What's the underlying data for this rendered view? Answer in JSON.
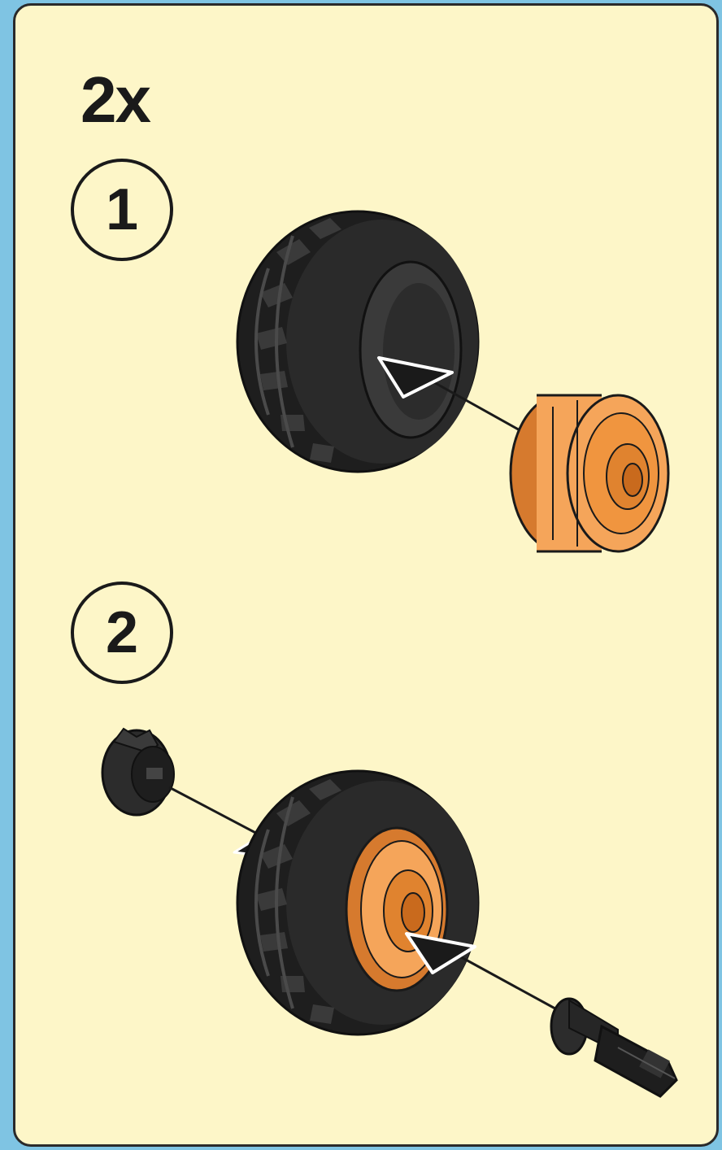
{
  "multiplier": "2x",
  "steps": [
    {
      "number": "1"
    },
    {
      "number": "2"
    }
  ],
  "colors": {
    "panel_background": "#fdf6c8",
    "outer_background": "#7fc4e3",
    "tire": "#1e1e1e",
    "tread": "#383838",
    "hub": "#f5a55a",
    "hub_dark": "#d67a2e",
    "outline": "#1a1a1a"
  }
}
